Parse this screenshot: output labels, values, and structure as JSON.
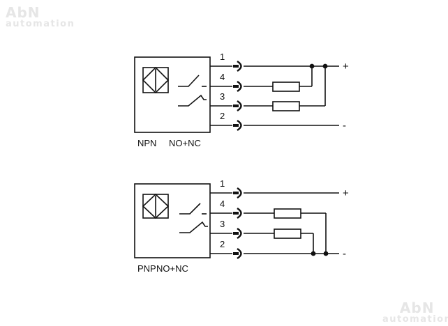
{
  "watermark": {
    "brand": "AbN",
    "sub": "automation"
  },
  "diagrams": [
    {
      "id": "npn",
      "label_left": "NPN",
      "label_right": "NO+NC",
      "terminals": [
        "1",
        "4",
        "3",
        "2"
      ],
      "supply_plus": "+",
      "supply_minus": "-",
      "loads_return_to": "+"
    },
    {
      "id": "pnp",
      "label_left": "PNP",
      "label_right": "NO+NC",
      "terminals": [
        "1",
        "4",
        "3",
        "2"
      ],
      "supply_plus": "+",
      "supply_minus": "-",
      "loads_return_to": "-"
    }
  ],
  "colors": {
    "line": "#111111",
    "background": "#ffffff",
    "watermark": "#e6e6e6"
  }
}
